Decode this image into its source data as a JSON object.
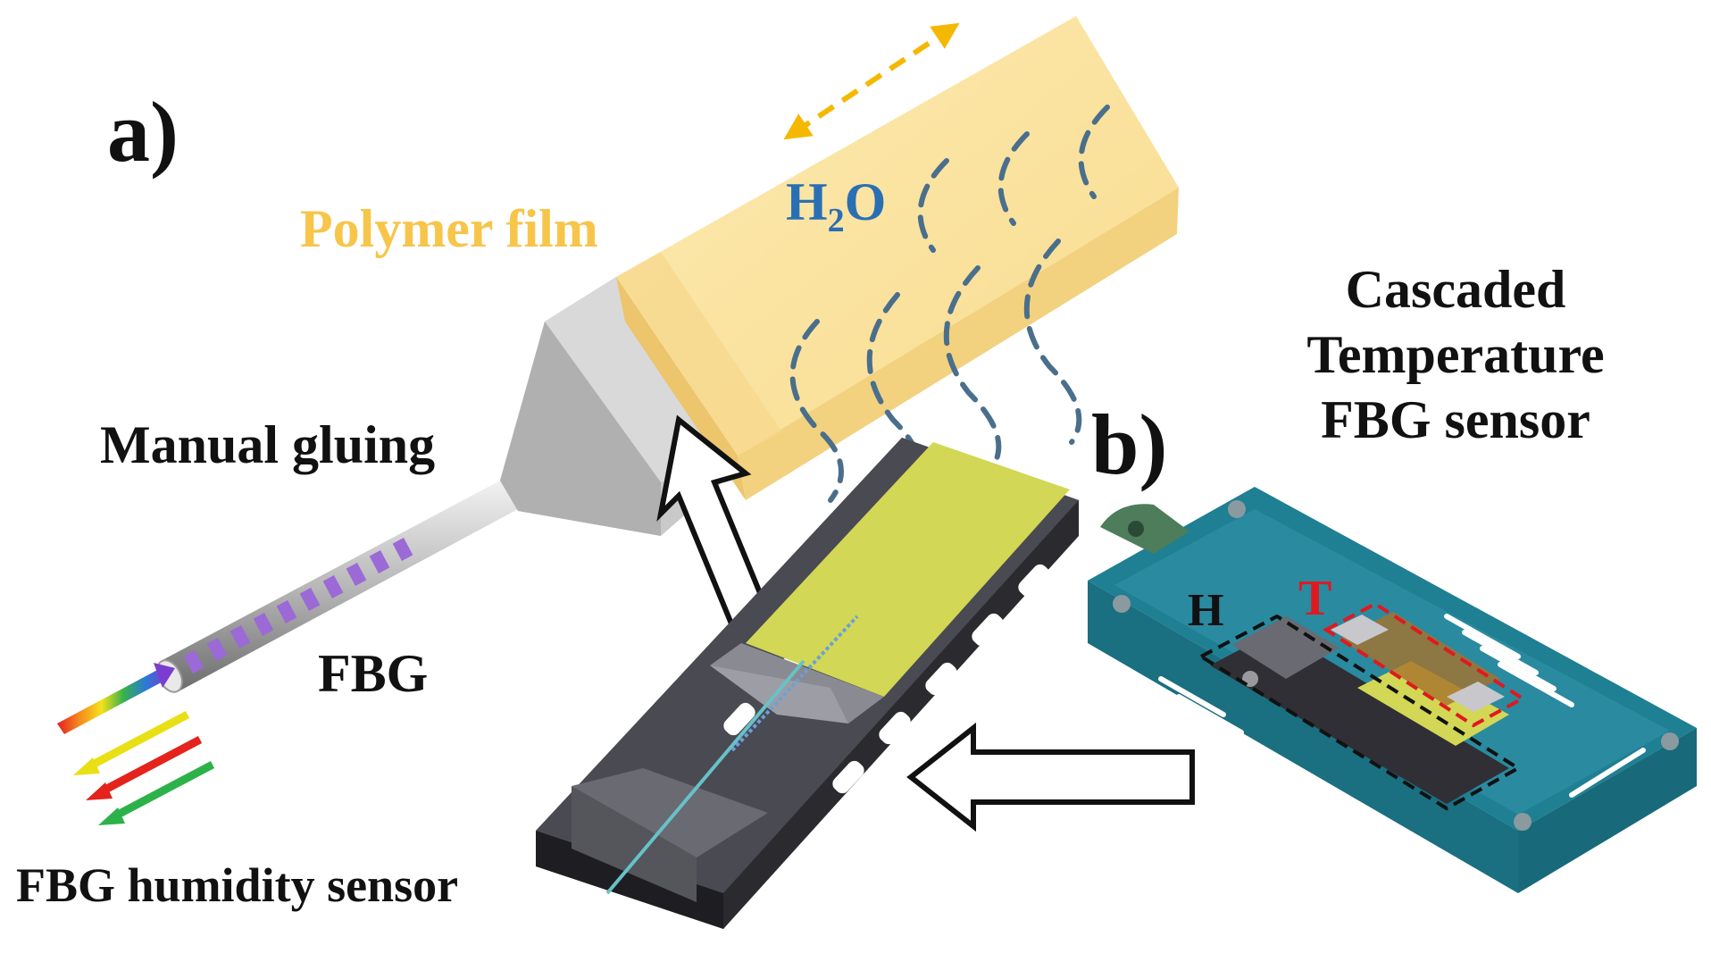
{
  "figure": {
    "panel_a_label": "a)",
    "panel_b_label": "b)",
    "polymer_film_label": "Polymer film",
    "water_label": {
      "main": "H",
      "sub": "2",
      "tail": "O"
    },
    "manual_gluing_label": "Manual gluing",
    "fbg_label": "FBG",
    "humidity_sensor_label": "FBG humidity sensor",
    "cascaded_label_lines": [
      "Cascaded",
      "Temperature",
      "FBG sensor"
    ],
    "h_marker": "H",
    "t_marker": "T"
  },
  "colors": {
    "film_top": "#fbe3a0",
    "film_front": "#f0cf7c",
    "film_label": "#f6c54a",
    "water_text": "#2a6fb3",
    "water_waves": "#4a6f8c",
    "movement_arrow": "#f5b800",
    "sensing_pad": "#d2d755",
    "housing": "#2a8aa0",
    "t_region": "#e0191f",
    "h_region": "#111111",
    "grating": "#9b6ad6",
    "spectrum_arrows": [
      "#e8e014",
      "#e3231c",
      "#2db24a"
    ]
  }
}
